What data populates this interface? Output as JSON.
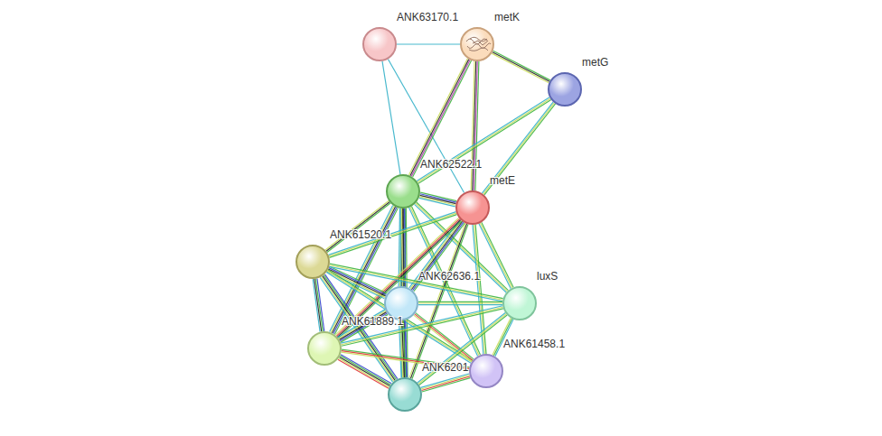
{
  "diagram": {
    "nodes": [
      {
        "text": [
          "ANK63170.1"
        ]
      },
      {
        "text": [
          "metK"
        ]
      },
      {
        "text": [
          "metG"
        ]
      },
      {
        "text": [
          "ANK62522.1"
        ]
      },
      {
        "text": [
          "metE"
        ]
      },
      {
        "text": [
          "ANK61520.1"
        ]
      },
      {
        "text": [
          "ANK62636.1"
        ]
      },
      {
        "text": [
          "luxS"
        ]
      },
      {
        "text": [
          "ANK61889.1"
        ]
      },
      {
        "text": [
          "ANK61458.1"
        ]
      },
      {
        "text": [
          "ANK6201"
        ]
      }
    ],
    "edges": [
      {
        "from": 0,
        "to": 1,
        "arrow": "none"
      },
      {
        "from": 0,
        "to": 3,
        "arrow": "none"
      },
      {
        "from": 0,
        "to": 4,
        "arrow": "none"
      },
      {
        "from": 1,
        "to": 2,
        "arrow": "none"
      },
      {
        "from": 1,
        "to": 3,
        "arrow": "none"
      },
      {
        "from": 1,
        "to": 4,
        "arrow": "none"
      },
      {
        "from": 2,
        "to": 3,
        "arrow": "none"
      },
      {
        "from": 2,
        "to": 4,
        "arrow": "none"
      },
      {
        "from": 3,
        "to": 4,
        "arrow": "none"
      },
      {
        "from": 3,
        "to": 5,
        "arrow": "none"
      },
      {
        "from": 3,
        "to": 6,
        "arrow": "none"
      },
      {
        "from": 3,
        "to": 7,
        "arrow": "none"
      },
      {
        "from": 3,
        "to": 8,
        "arrow": "none"
      },
      {
        "from": 3,
        "to": 9,
        "arrow": "none"
      },
      {
        "from": 3,
        "to": 10,
        "arrow": "none"
      },
      {
        "from": 4,
        "to": 5,
        "arrow": "none"
      },
      {
        "from": 4,
        "to": 6,
        "arrow": "none"
      },
      {
        "from": 4,
        "to": 7,
        "arrow": "none"
      },
      {
        "from": 4,
        "to": 8,
        "arrow": "none"
      },
      {
        "from": 4,
        "to": 9,
        "arrow": "none"
      },
      {
        "from": 4,
        "to": 10,
        "arrow": "none"
      },
      {
        "from": 5,
        "to": 6,
        "arrow": "none"
      },
      {
        "from": 5,
        "to": 7,
        "arrow": "none"
      },
      {
        "from": 5,
        "to": 8,
        "arrow": "none"
      },
      {
        "from": 5,
        "to": 9,
        "arrow": "none"
      },
      {
        "from": 5,
        "to": 10,
        "arrow": "none"
      },
      {
        "from": 6,
        "to": 7,
        "arrow": "none"
      },
      {
        "from": 6,
        "to": 8,
        "arrow": "none"
      },
      {
        "from": 6,
        "to": 9,
        "arrow": "none"
      },
      {
        "from": 6,
        "to": 10,
        "arrow": "none"
      },
      {
        "from": 7,
        "to": 8,
        "arrow": "none"
      },
      {
        "from": 7,
        "to": 9,
        "arrow": "none"
      },
      {
        "from": 7,
        "to": 10,
        "arrow": "none"
      },
      {
        "from": 8,
        "to": 9,
        "arrow": "none"
      },
      {
        "from": 8,
        "to": 10,
        "arrow": "none"
      },
      {
        "from": 9,
        "to": 10,
        "arrow": "none"
      }
    ]
  }
}
